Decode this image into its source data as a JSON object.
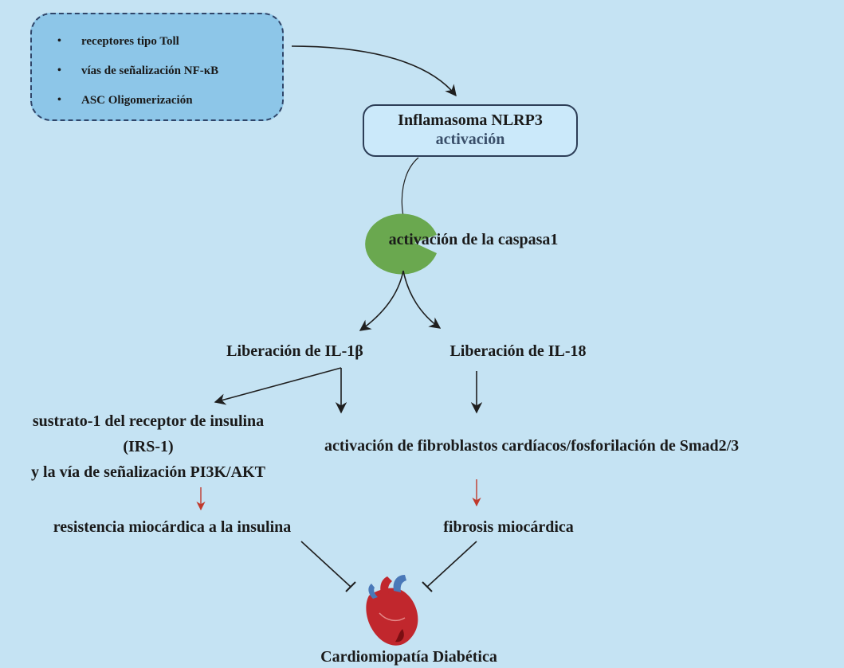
{
  "stimuli": {
    "items": [
      "receptores tipo Toll",
      "vías de señalización NF-κB",
      "ASC Oligomerización"
    ]
  },
  "nlrp3": {
    "line1": "Inflamasoma NLRP3",
    "line2": "activación"
  },
  "caspase": {
    "label": "activación de la caspasa1"
  },
  "il1b": {
    "label": "Liberación de IL-1β"
  },
  "il18": {
    "label": "Liberación de IL-18"
  },
  "irs": {
    "line1": "sustrato-1 del receptor de insulina",
    "line2": "(IRS-1)",
    "line3": "y la vía de señalización PI3K/AKT"
  },
  "fibroblast": {
    "label": "activación de fibroblastos cardíacos/fosforilación de Smad2/3"
  },
  "insulin_resistance": {
    "label": "resistencia miocárdica a la insulina"
  },
  "fibrosis": {
    "label": "fibrosis miocárdica"
  },
  "outcome": {
    "label": "Cardiomiopatía Diabética"
  },
  "colors": {
    "background": "#c5e3f3",
    "stimuli_fill": "#8dc6e8",
    "caspase_green": "#6aa84f",
    "arrow_dark": "#1f1f1f",
    "arrow_red": "#c0392b"
  }
}
